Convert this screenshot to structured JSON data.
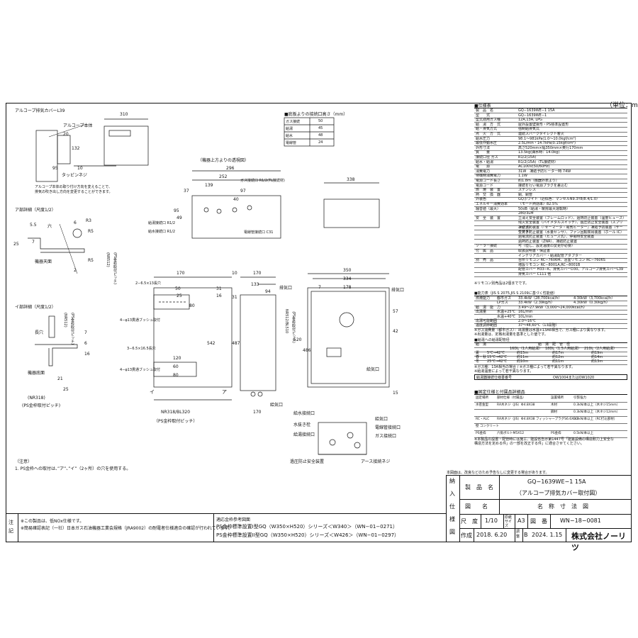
{
  "unit_label": "（単位：mm）",
  "cover_section": {
    "title": "アルコープ排気カバーL39",
    "body_label": "アルコープ本体",
    "tapping_label": "タッピンネジ",
    "note_lines": [
      "アルコープ本体の取り付け方向を変えることで、",
      "排気の吹き出し方向を変更することができます。"
    ],
    "dims": [
      "310",
      "20",
      "132",
      "95",
      "10"
    ]
  },
  "pipe_height_table": {
    "title": "■底板よりの接続口高さ（mm）",
    "rows": [
      {
        "name": "ガス接続",
        "value": "50"
      },
      {
        "name": "給湯",
        "value": "45"
      },
      {
        "name": "給水",
        "value": "48"
      },
      {
        "name": "電線管",
        "value": "24"
      }
    ]
  },
  "top_view": {
    "title": "（機器上方よりの透視図）",
    "gas_label": "ガス接続口 R1/2(TL接続材)",
    "hot_label": "給湯接続口 R1/2",
    "water_label": "給水接続口 R1/2",
    "conduit_label": "電線管接続口 C31",
    "dims": [
      "296",
      "252",
      "139",
      "37",
      "97",
      "40",
      "95",
      "49"
    ],
    "depth": "338"
  },
  "detail_a": {
    "title": "ア部詳細（尺度1/2）",
    "dims": [
      "25",
      "7",
      "5.5",
      "R3",
      "R5",
      "R5",
      "6",
      "2"
    ],
    "six": "六",
    "label": "機器天面",
    "pitch": "(NR512)",
    "pitch2": "(PS金枠取付ピッチ)"
  },
  "detail_i": {
    "title": "イ部詳細（尺度1/2）",
    "long": "長穴",
    "pitch": "(NR512)",
    "pitch2": "(PS金枠取付ピッチ)",
    "label": "機器底面",
    "dims": [
      "7",
      "6",
      "16",
      "21",
      "25"
    ],
    "nr318": "(NR318)",
    "pitch3": "(PS金枠取付ピッチ)"
  },
  "back_view": {
    "holes1": "2−6.5×13長穴",
    "holes2": "4−φ13貫通ブッシュ取付",
    "holes3": "3−6.5×16.5長穴",
    "holes4": "4−φ13貫通ブッシュ取付",
    "dims": [
      "170",
      "50",
      "25",
      "80",
      "120",
      "60",
      "80",
      "542",
      "31",
      "16",
      "NR318/BL320"
    ],
    "pitch": "（PS金枠取付ピッチ）",
    "hole_i": "イ",
    "hole_a": "ア"
  },
  "side_view": {
    "dims": [
      "10",
      "170",
      "133",
      "94",
      "487",
      "NR512/BL510",
      "（PS金枠取付ピッチ）",
      "31",
      "170"
    ],
    "exhaust": "排気口",
    "intake": "給気口"
  },
  "front_view": {
    "dims": [
      "350",
      "334",
      "7",
      "178",
      "57",
      "42",
      "520",
      "486",
      "15"
    ],
    "exhaust": "排気口",
    "intake": "給気口"
  },
  "bottom_view": {
    "labels": [
      "給水接続口",
      "水抜き栓",
      "給湯接続口",
      "過圧防止安全装置",
      "給気口",
      "電線管接続口",
      "ガス接続口",
      "アース接続ネジ"
    ]
  },
  "spec_table": {
    "title": "■仕様表",
    "header_k": "",
    "header_v": "仕　様",
    "rows": [
      [
        "製　品　名",
        "GQ−1639WE−1 15A"
      ],
      [
        "型　　式",
        "GQ−1639WE−1"
      ],
      [
        "型式適用ガス種",
        "12A,13A, LPG"
      ],
      [
        "給　湯　方　式",
        "屋外設置壁掛形・PS標準設置形"
      ],
      [
        "給・排気方式",
        "強制給排気式"
      ],
      [
        "点　火　方　式",
        "連続スパークダイレクト着火"
      ],
      [
        "給水圧力",
        "98.1〜981kPa(1.0〜10.0kgf/cm²)"
      ],
      [
        "最低作動水圧",
        "2.5L/min・14.7kPa(0.15kgf/cm²)"
      ],
      [
        "外形寸法",
        "高さ520mm×幅350mm×奥行170mm"
      ],
      [
        "質　　量",
        "13.5kg(満水時：14.0kg)"
      ],
      [
        "接続口径 ガス",
        "R1/2(15A)"
      ],
      [
        "給水・給湯",
        "R1/2(15A)（TL接続材）"
      ],
      [
        "電　　源",
        "AC100V(50/60Hz)"
      ],
      [
        "消費電力",
        "31W　凍結予防ヒーター時 74W"
      ],
      [
        "待機時消費電力",
        "1.1W"
      ],
      [
        "電源コード長さ",
        "約1.8m（機器外表より）"
      ],
      [
        "電源コード",
        "接続を行い電源プラグを差込む"
      ],
      [
        "燃　焼　装　置",
        "ステンレス"
      ],
      [
        "熱　交　換　器",
        "銅、銅管"
      ],
      [
        "外装色",
        "GQホワイト（近似色：マンセルN9.3Y8/8.4/1.0）"
      ],
      [
        "エネルギー消費効率",
        "（モード熱効率）82.5%"
      ],
      [
        "騒音値（最大）",
        "50dB（給湯・暖房最大運転時）"
      ],
      [
        "",
        "280/3LM"
      ],
      [
        "安　全　装　置",
        "立消え安全装置（フレームロッド）、過熱防止装置（温度ヒューズ）"
      ],
      [
        "",
        "残火安全装置（バイメタルスイッチ）、過圧防止安全装置（スプリング式）"
      ],
      [
        "",
        "凍結予防装置（『セーマータ・電気ヒーター』凍結予防装置（サーミスタ）"
      ],
      [
        "",
        "空焚き防止装置（水量センサ）、ファン回転検出装置（ホール IC）"
      ],
      [
        "",
        "過電流防止装置（ヒューズ式）、停電時安全装置"
      ],
      [
        "",
        "過熱防止装置（ZNR）、凍結防止装置"
      ],
      [
        "ソーラー接続",
        "可（但し、設定温度の変更が必要）"
      ],
      [
        "付　属　品",
        "取扱説明書・保証書"
      ],
      [
        "",
        "インテリアカバー・給湯配管アダプター"
      ],
      [
        "別　売　品",
        "台所リモコン RC−7606M、浴室リモコン RC−7606S"
      ],
      [
        "",
        "増設リモコン RC−8001A,RC−8001B"
      ],
      [
        "",
        "配管カバー H33−K、排気カバーD30、アルコープ排気カバーL39"
      ],
      [
        "",
        "排気カバー C111 他"
      ]
    ],
    "footnote": "※リモコン別売品は2個までです。"
  },
  "capacity_table": {
    "title": "■能力表（JIS S 2075,JIS S 2109に基づく性能値）",
    "rows": [
      [
        "燃焼能力",
        "都市ガス",
        "33.4kW（28,700kcal/h）",
        "4.30kW（3,700kcal/h）"
      ],
      [
        "",
        "LPガス",
        "33.4kW（2.39kg/h）",
        "4.30kW（0.30kg/h）"
      ],
      [
        "給　湯　能　力",
        "",
        "3.49〜27.9kW（3,000〜24,000kcal/h）",
        ""
      ],
      [
        "出湯量",
        "水温+25℃",
        "16L/min",
        ""
      ],
      [
        "",
        "水温+40℃",
        "10L/min",
        ""
      ],
      [
        "出湯可能範囲",
        "",
        "2.0〜16℃",
        ""
      ],
      [
        "温度調節範囲",
        "",
        "37〜48,60℃（13段階）",
        ""
      ]
    ],
    "note1": "※ガス消費量（都市ガス）：出湯量は水温+13A6相当で、ガス種により異なります。",
    "note2": "※出湯量は、定格出湯量を基準とした値です。"
  },
  "pipe_size_table": {
    "title": "■給湯への給湯配管径",
    "head": [
      "給　湯",
      "給　湯　配　管　径"
    ],
    "sub": [
      "",
      "16DL（1人用給湯）",
      "18DL（1.5人用給湯）",
      "21DL（2人用給湯）"
    ],
    "rows": [
      [
        "夏",
        "5℃→42℃",
        "約15m",
        "約17m",
        "約19m"
      ],
      [
        "春・秋",
        "15℃→42℃",
        "約11m",
        "約12m",
        "約14m"
      ],
      [
        "冬",
        "25℃→42℃",
        "約10m",
        "約11m",
        "約13m"
      ]
    ],
    "note": "※ガス種：13A相当の場合 / ※ガス種によって若干異なります。",
    "note2": "※給湯温度によって若干異なります。",
    "spec_no": "給湯器接続仕様書番号",
    "spec_val": "OW1004またはOW1020"
  },
  "fitting_table": {
    "title": "■固定仕様と付属品詳細品",
    "head": [
      "固定場所",
      "部材仕様（付属品）",
      "設置場所",
      "引張強力"
    ],
    "rows": [
      [
        "水密金型",
        "RA木ネジ（JIS）Φ4.8X38",
        "木材",
        "0.3kN/本以上（木ネジ15mm）"
      ],
      [
        "",
        "",
        "鋼材",
        "0.3kN/本以上（木ネジ12mm）"
      ],
      [
        "RC・ALC",
        "RA木ネジ（JIS）Φ4.8X38 フィッシャープラグS6.6X30",
        "",
        "0.3kN/本以上（RC打込部材）"
      ],
      [
        "壁 コンクリート",
        "",
        "",
        ""
      ],
      [
        "PS金枠",
        "六角ボルトM5X12",
        "PS金枠",
        "0.5kN/本以上"
      ]
    ],
    "footnote1": "※本製品の設置・配管時には施工、建設省告示第1447号「建築設備の構造耐力上安全な",
    "footnote2": "構造方法を定める件」の一部を改正する件」に適合させてください。"
  },
  "notes": {
    "title": "（注意）",
    "line1": "1. PS金枠への取付は、”ア”、”イ”（2ヶ所）の穴を使用する。"
  },
  "bottom_strip": {
    "chu": "注記",
    "lines": [
      "※この製品は、低NOx仕様です。",
      "※簡易確認表記（一社）日本ガス石油機器工業会規格（JRA9002）の耐電者仕様適合の確認が行われています。"
    ],
    "ref_title": "適応金枠参考図面",
    "ref1": "PS金枠標準設置I型GQ（W350×H520）シリーズ＜W340＞（WN−01−0271）",
    "ref2": "PS金枠標準設置II型GQ（W350×H520）シリーズ＜W426＞（WN−01−0297）"
  },
  "title_block": {
    "side_chars": [
      "納",
      "入",
      "仕",
      "様",
      "図"
    ],
    "small_strip": "本図面は、改良などのため予告なしに変更する場合があります。",
    "product_label": "製　品　名",
    "product_value1": "GQ−1639WE−1 15A",
    "product_value2": "（アルコープ排気カバー取付図）",
    "figure_label": "図　　名",
    "figure_value": "名　称　寸　法　図",
    "scale_label": "尺　度",
    "scale_value": "1/10",
    "paper_label": "原紙サイズ",
    "paper_value": "A3",
    "drawing_label": "図　番",
    "drawing_value": "WN−18−0081",
    "created_label": "作成",
    "created_value": "2018. 6.20",
    "revised_label": "調整",
    "revised_mark": "B",
    "revised_value": "2024. 1.15",
    "company": "株式会社ノーリツ"
  }
}
